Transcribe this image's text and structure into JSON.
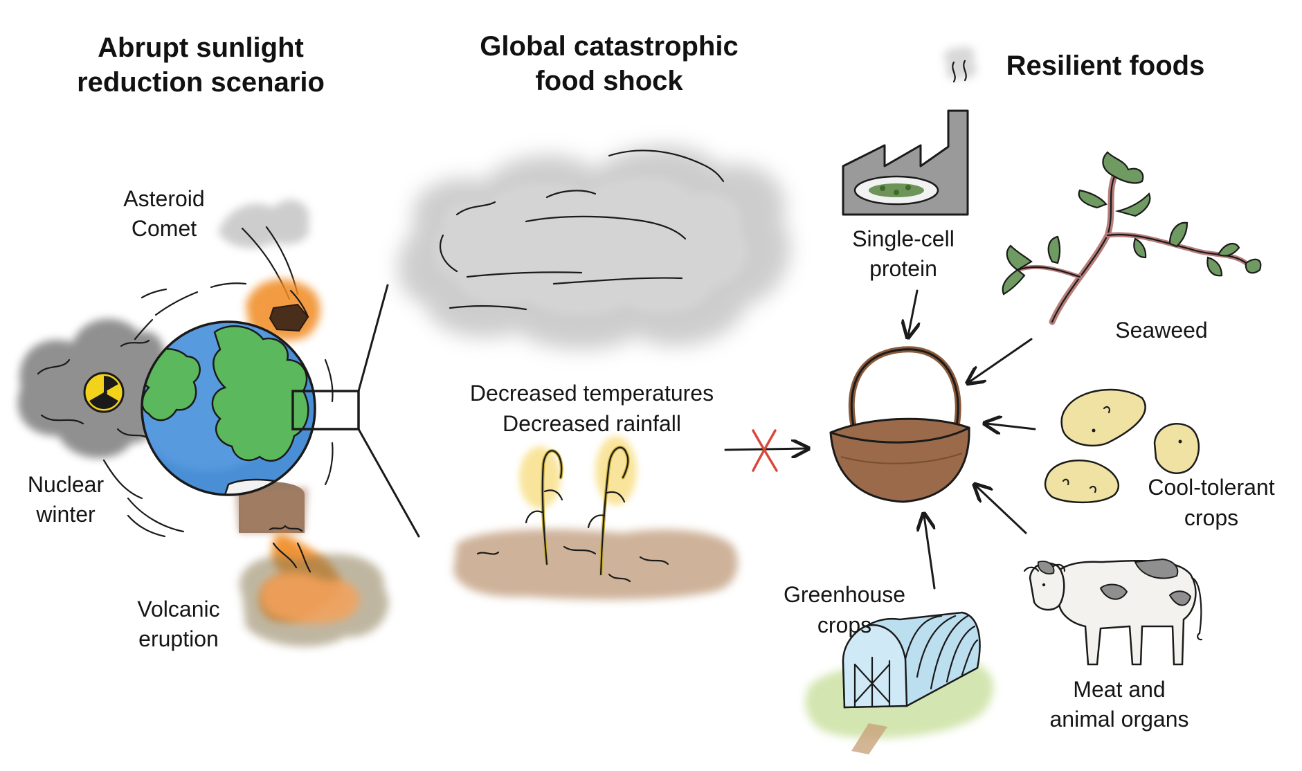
{
  "headings": {
    "scenario": [
      "Abrupt sunlight",
      "reduction scenario"
    ],
    "shock": [
      "Global catastrophic",
      "food shock"
    ],
    "resilient": "Resilient foods"
  },
  "causes": {
    "asteroid": [
      "Asteroid",
      "Comet"
    ],
    "nuclear": [
      "Nuclear",
      "winter"
    ],
    "volcanic": [
      "Volcanic",
      "eruption"
    ]
  },
  "effects": [
    "Decreased temperatures",
    "Decreased rainfall"
  ],
  "foods": {
    "single_cell": [
      "Single-cell",
      "protein"
    ],
    "seaweed": "Seaweed",
    "cool_tolerant": [
      "Cool-tolerant",
      "crops"
    ],
    "greenhouse": [
      "Greenhouse",
      "crops"
    ],
    "meat": [
      "Meat and",
      "animal organs"
    ]
  },
  "colors": {
    "ocean": "#4a8fd6",
    "land": "#5cb85c",
    "smoke": "#8a8a8a",
    "fire": "#f08a24",
    "basket": "#9a6a4a",
    "seaweed": "#6f9a62",
    "potato": "#efe2a2",
    "blocked_x": "#d9483b",
    "soil": "#c9aa8f",
    "greenhouse": "#bcdff0",
    "grass": "#cfe3a8",
    "factory": "#9a9a9a",
    "radiation": "#f2d21b"
  },
  "icons": [
    "asteroid-icon",
    "nuclear-radiation-icon",
    "volcano-icon",
    "earth-globe-icon",
    "cloud-icon",
    "wilted-crops-icon",
    "factory-icon",
    "seaweed-icon",
    "basket-icon",
    "potato-icon",
    "cow-icon",
    "greenhouse-icon"
  ]
}
